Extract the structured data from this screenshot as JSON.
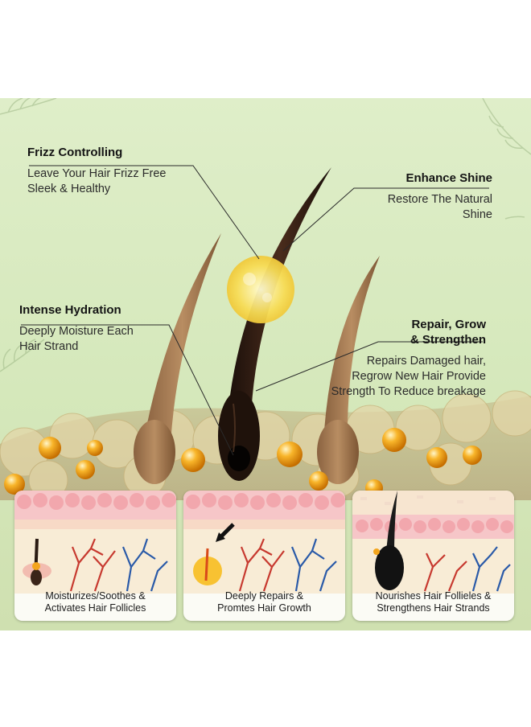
{
  "features": {
    "frizz": {
      "title": "Frizz Controlling",
      "desc1": "Leave Your Hair Frizz Free",
      "desc2": "Sleek & Healthy"
    },
    "shine": {
      "title": "Enhance Shine",
      "desc1": "Restore The Natural",
      "desc2": "Shine"
    },
    "hydration": {
      "title": "Intense Hydration",
      "desc1": "Deeply Moisture Each",
      "desc2": "Hair Strand"
    },
    "repair": {
      "title1": "Repair, Grow",
      "title2": "& Strengthen",
      "desc1": "Repairs Damaged hair,",
      "desc2": "Regrow New Hair Provide",
      "desc3": "Strength To Reduce breakage"
    }
  },
  "panels": [
    {
      "line1": "Moisturizes/Soothes &",
      "line2": "Activates Hair Follicles"
    },
    {
      "line1": "Deeply Repairs &",
      "line2": "Promtes Hair Growth"
    },
    {
      "line1": "Nourishes Hair Follieles &",
      "line2": "Strengthens Hair Strands"
    }
  ],
  "colors": {
    "background": "#d8eac0",
    "hair_dark": "#2a1a12",
    "hair_light": "#a27a52",
    "oil": "#f4a51c"
  }
}
